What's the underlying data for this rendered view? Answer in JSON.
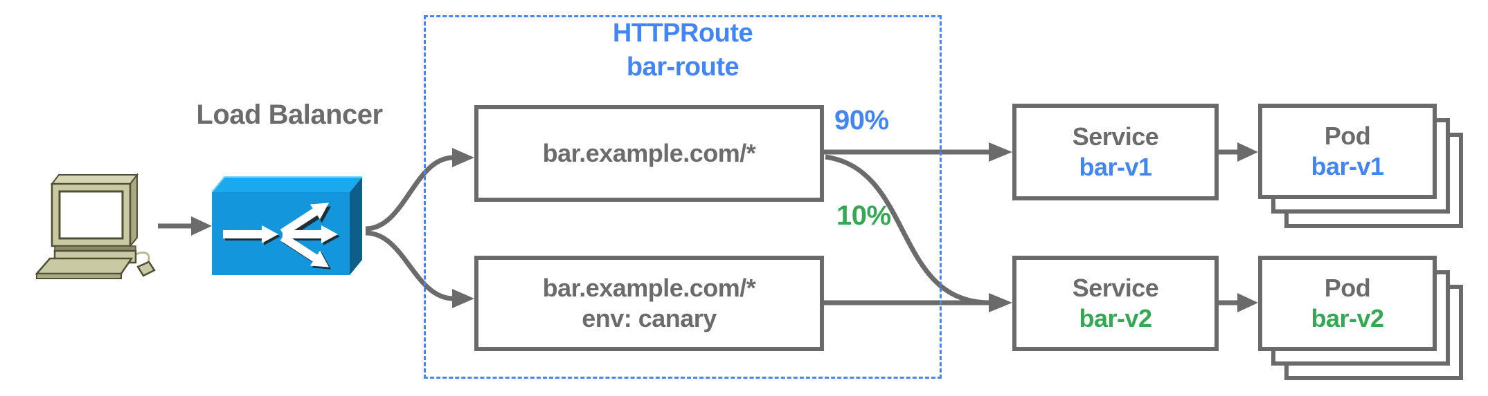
{
  "palette": {
    "blue": "#4285f4",
    "green": "#34a853",
    "gray": "#6b6b6b",
    "border_gray": "#6a6a6a",
    "dash_blue": "#4285f4",
    "lb_front": "#1396dc",
    "lb_top": "#1ba9ee",
    "lb_side": "#0d5e88",
    "computer_body": "#c9c9a3",
    "computer_shade": "#a9a982",
    "computer_light": "#d6d6b4",
    "computer_outline": "#4f4f35"
  },
  "load_balancer": {
    "label": "Load Balancer"
  },
  "httproute_group": {
    "title": "HTTPRoute",
    "name": "bar-route",
    "rules": [
      {
        "match": "bar.example.com/*"
      },
      {
        "match": "bar.example.com/*",
        "header": "env: canary"
      }
    ]
  },
  "traffic_split": {
    "primary_weight": "90%",
    "canary_weight": "10%"
  },
  "services": [
    {
      "kind": "Service",
      "name": "bar-v1"
    },
    {
      "kind": "Service",
      "name": "bar-v2"
    }
  ],
  "pods": [
    {
      "kind": "Pod",
      "name": "bar-v1"
    },
    {
      "kind": "Pod",
      "name": "bar-v2"
    }
  ],
  "icons": {
    "client": "desktop-computer-icon",
    "load_balancer": "load-balancer-icon"
  }
}
